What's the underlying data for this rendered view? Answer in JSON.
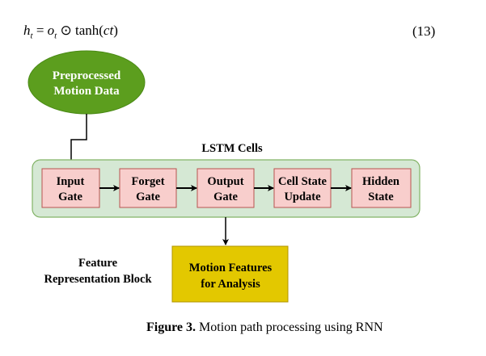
{
  "equation": {
    "lhs": "h",
    "lhs_sub": "t",
    "eq": " = ",
    "o": "o",
    "o_sub": "t",
    "op": " ⊙ ",
    "fn": "tanh(",
    "arg": "ct",
    "close": ")",
    "number": "(13)"
  },
  "diagram": {
    "input_node": {
      "line1": "Preprocessed",
      "line2": "Motion Data",
      "color": "#5c9e1e"
    },
    "container": {
      "title": "LSTM Cells",
      "fill": "#d5e8d4",
      "stroke": "#82b366"
    },
    "gates": [
      {
        "line1": "Input",
        "line2": "Gate"
      },
      {
        "line1": "Forget",
        "line2": "Gate"
      },
      {
        "line1": "Output",
        "line2": "Gate"
      },
      {
        "line1": "Cell State",
        "line2": "Update"
      },
      {
        "line1": "Hidden",
        "line2": "State"
      }
    ],
    "gate_fill": "#f8cecc",
    "gate_stroke": "#b85450",
    "output_node": {
      "line1": "Motion Features",
      "line2": "for Analysis",
      "fill": "#e3c800",
      "stroke": "#b09500"
    },
    "side_label": {
      "line1": "Feature",
      "line2": "Representation Block"
    }
  },
  "caption": {
    "prefix": "Figure 3.",
    "text": " Motion path processing using RNN"
  }
}
